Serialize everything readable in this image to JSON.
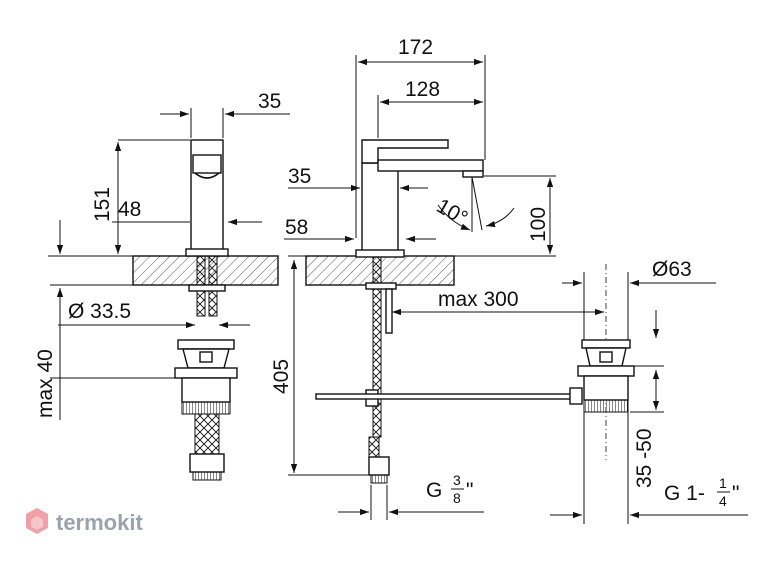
{
  "dimensions": {
    "d172": "172",
    "d128": "128",
    "d35_top": "35",
    "d35_side": "35",
    "d151": "151",
    "d48": "48",
    "d58": "58",
    "d100": "100",
    "angle": "10°",
    "d63": "Ø63",
    "max300": "max 300",
    "d33_5": "Ø 33.5",
    "max40": "max 40",
    "d405": "405",
    "d35_50": "35 -50",
    "g38_prefix": "G",
    "g38_num": "3",
    "g38_den": "8",
    "g38_suffix": "\"",
    "g114_prefix": "G 1-",
    "g114_num": "1",
    "g114_den": "4",
    "g114_suffix": "\""
  },
  "logo": {
    "text": "termokit",
    "color": "#9aa3ad",
    "accent": "#f0a0a8"
  }
}
